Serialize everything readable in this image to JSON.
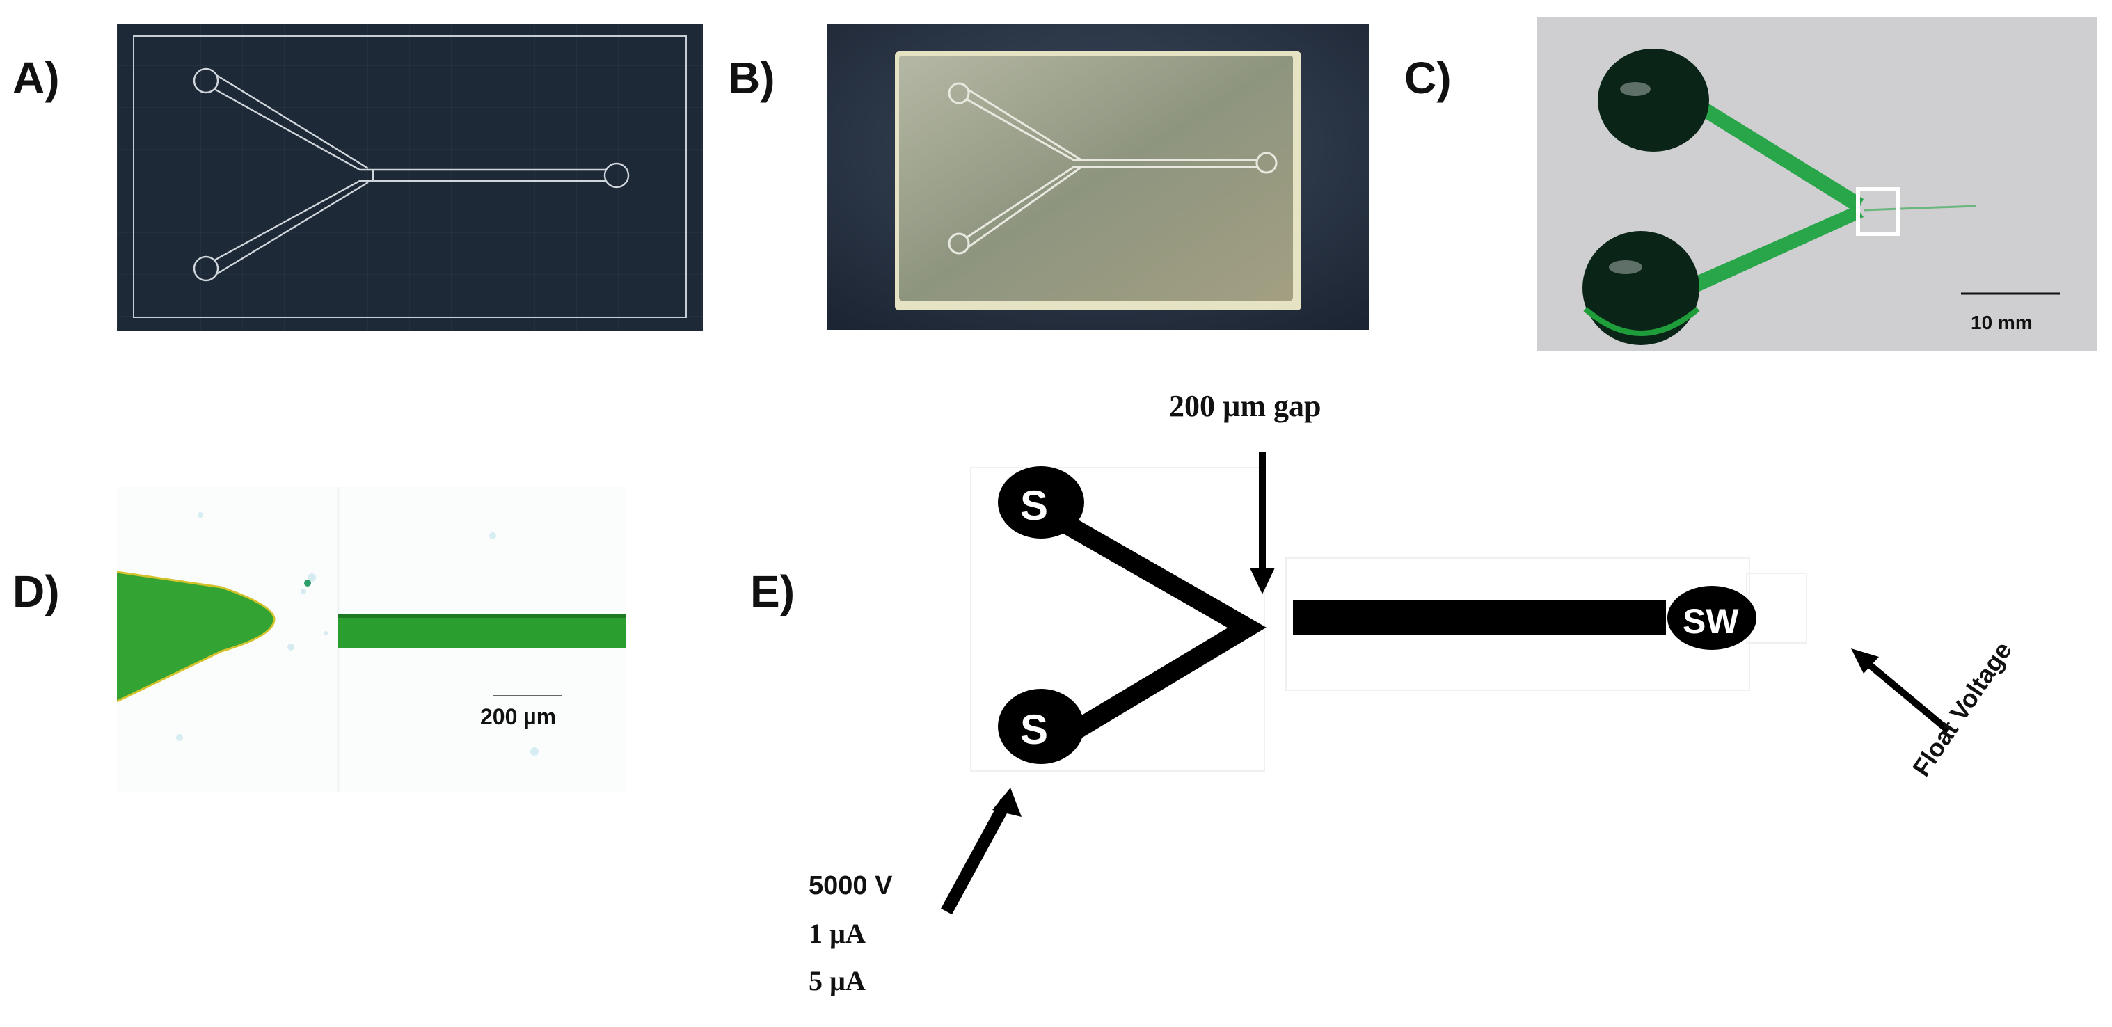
{
  "panels": {
    "a": {
      "label": "A)"
    },
    "b": {
      "label": "B)"
    },
    "c": {
      "label": "C)",
      "scale_bar": "10 mm"
    },
    "d": {
      "label": "D)",
      "scale_bar": "200 µm"
    },
    "e": {
      "label": "E)",
      "gap_annotation": "200 µm gap",
      "reservoir_top": "S",
      "reservoir_bottom": "S",
      "reservoir_waste": "SW",
      "float_voltage": "Float Voltage",
      "supply_lines": [
        "5000 V",
        "1 µA",
        "5 µA"
      ]
    }
  },
  "colors": {
    "cad_background": "#1e2937",
    "cad_line": "#d0d6dc",
    "dye_green": "#1f9d3a",
    "dye_dark": "#0a2418",
    "diagram_black": "#000000"
  }
}
